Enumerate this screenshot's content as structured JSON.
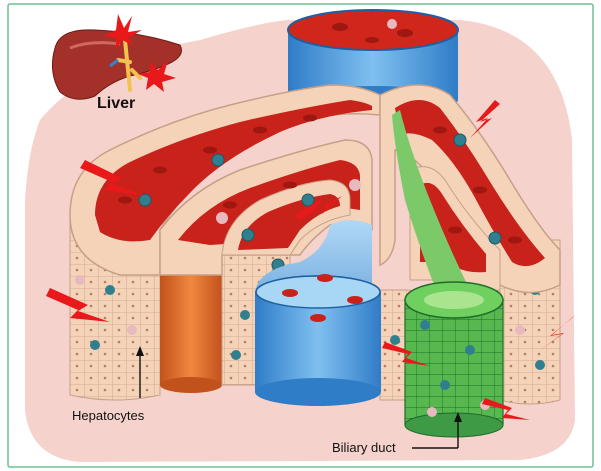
{
  "labels": {
    "organ": "Liver",
    "hepatocytes": "Hepatocytes",
    "biliary_duct": "Biliary duct"
  },
  "colors": {
    "background_border": "#6fbf8f",
    "tissue_background": "#f6d2cc",
    "blood": "#c8221b",
    "hepatocyte": "#f5d3b8",
    "hepatocyte_edge": "#c9a48e",
    "biliary": "#4caf50",
    "vessel_blue": "#3f8fd6",
    "artery_orange": "#e06a2c",
    "kupffer_cell": "#2f7f8f"
  },
  "icons": [
    "liver-organ-icon",
    "damage-lightning-icon"
  ]
}
